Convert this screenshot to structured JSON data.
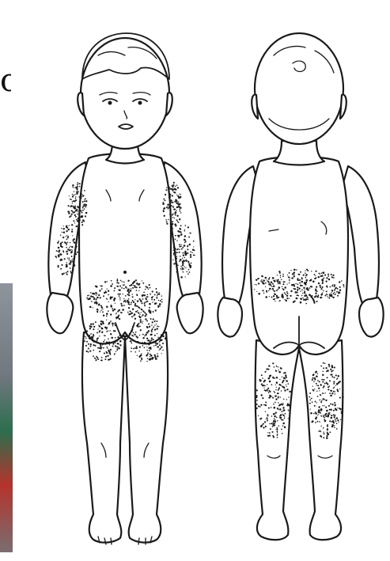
{
  "figure": {
    "views": [
      {
        "name": "front",
        "rash_regions": [
          "axilla-left",
          "axilla-right",
          "inner-arm-left",
          "inner-arm-right",
          "lower-abdomen",
          "groin",
          "inner-thigh-left",
          "inner-thigh-right"
        ]
      },
      {
        "name": "back",
        "rash_regions": [
          "lower-back",
          "buttocks",
          "back-thigh-left",
          "back-thigh-right"
        ]
      }
    ],
    "fragment_text": "c",
    "colors": {
      "outline": "#1a1a1a",
      "rash_dots": "#1a1a1a",
      "background": "#ffffff"
    }
  }
}
